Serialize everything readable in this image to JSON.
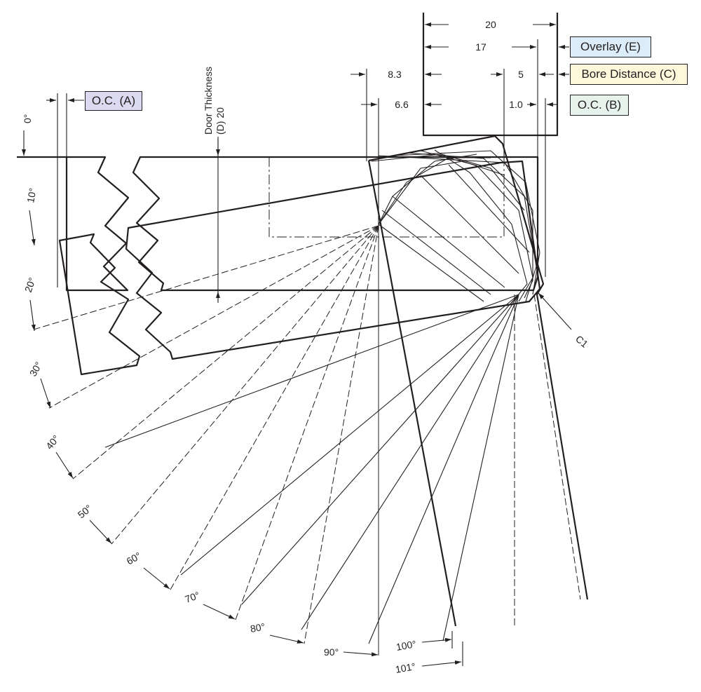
{
  "labels": {
    "oc_a": "O.C. (A)",
    "overlay": "Overlay (E)",
    "bore": "Bore Distance (C)",
    "oc_b": "O.C. (B)",
    "door_thickness": "Door Thickness",
    "door_thickness_value": "(D) 20",
    "c1": "C1"
  },
  "dimensions": {
    "d20": "20",
    "d17": "17",
    "d83": "8.3",
    "d66": "6.6",
    "d5": "5",
    "d10": "1.0"
  },
  "angles": [
    "0°",
    "10°",
    "20°",
    "30°",
    "40°",
    "50°",
    "60°",
    "70°",
    "80°",
    "90°",
    "100°",
    "101°"
  ],
  "colors": {
    "overlay_box": "#dcecf8",
    "bore_box": "#fdf7dc",
    "ocb_box": "#e6f2ec",
    "oca_box": "#dcdaf0",
    "stroke": "#231f20"
  }
}
